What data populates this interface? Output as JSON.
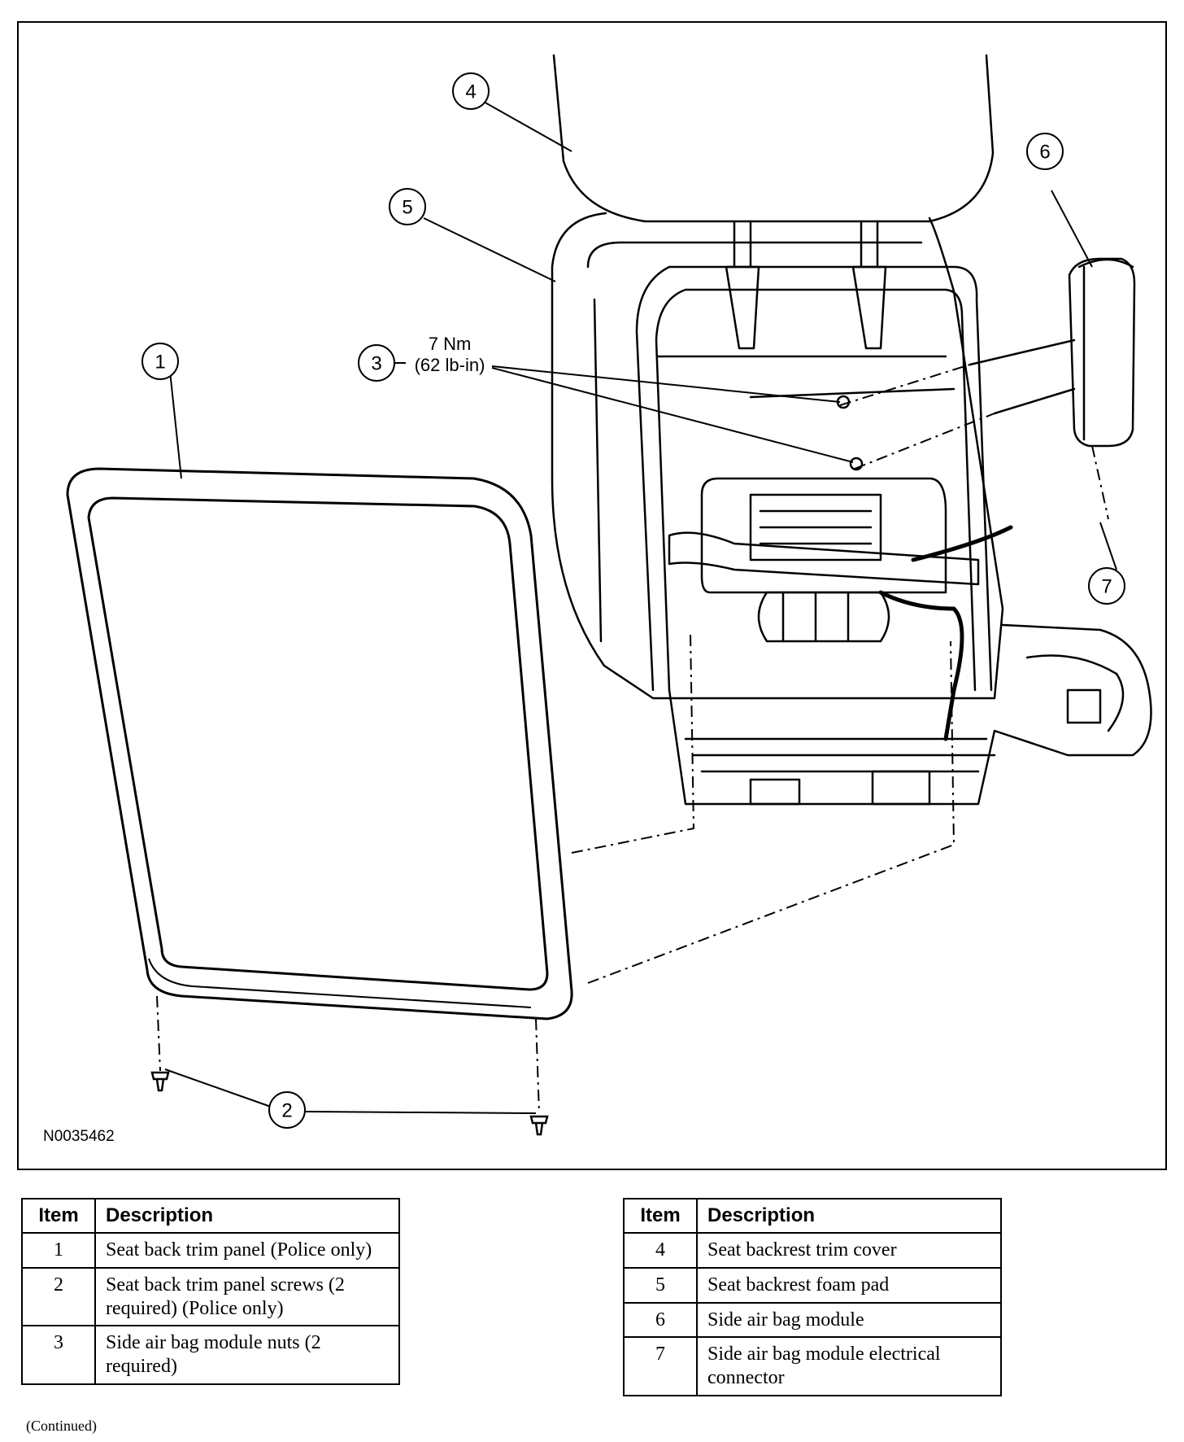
{
  "figure": {
    "id_label": "N0035462",
    "torque_value": "7 Nm",
    "torque_imperial": "(62 lb-in)",
    "callouts": [
      {
        "num": "1"
      },
      {
        "num": "2"
      },
      {
        "num": "3"
      },
      {
        "num": "4"
      },
      {
        "num": "5"
      },
      {
        "num": "6"
      },
      {
        "num": "7"
      }
    ]
  },
  "legend": {
    "header_item": "Item",
    "header_description": "Description",
    "left_rows": [
      {
        "item": "1",
        "description": "Seat back trim panel (Police only)"
      },
      {
        "item": "2",
        "description": "Seat back trim panel screws (2 required) (Police only)"
      },
      {
        "item": "3",
        "description": "Side air bag module nuts (2 required)"
      }
    ],
    "right_rows": [
      {
        "item": "4",
        "description": "Seat backrest trim cover"
      },
      {
        "item": "5",
        "description": "Seat backrest foam pad"
      },
      {
        "item": "6",
        "description": "Side air bag module"
      },
      {
        "item": "7",
        "description": "Side air bag module electrical connector"
      }
    ]
  },
  "footer": {
    "continued": "(Continued)"
  }
}
